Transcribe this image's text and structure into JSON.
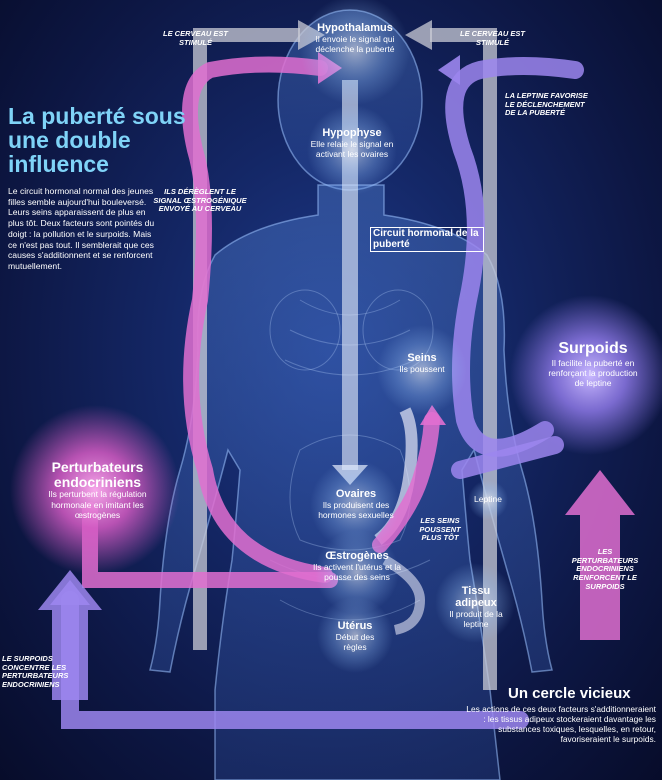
{
  "title": "La puberté sous une double influence",
  "intro": "Le circuit hormonal normal des jeunes filles semble aujourd'hui bouleversé. Leurs seins apparaissent de plus en plus tôt. Deux facteurs sont pointés du doigt : la pollution et le surpoids. Mais ce n'est pas tout. Il semblerait que ces causes s'additionnent et se renforcent mutuellement.",
  "nodes": {
    "hypothalamus": {
      "name": "Hypothalamus",
      "desc": "Il envoie le signal qui déclenche la puberté"
    },
    "hypophyse": {
      "name": "Hypophyse",
      "desc": "Elle relaie le signal en activant les ovaires"
    },
    "circuit": {
      "name": "Circuit hormonal de la puberté"
    },
    "seins": {
      "name": "Seins",
      "desc": "Ils poussent"
    },
    "ovaires": {
      "name": "Ovaires",
      "desc": "Ils produisent des hormones sexuelles"
    },
    "oestrogenes": {
      "name": "Œstrogènes",
      "desc": "Ils activent l'utérus et la pousse des seins"
    },
    "uterus": {
      "name": "Utérus",
      "desc": "Début des règles"
    },
    "tissu": {
      "name": "Tissu adipeux",
      "desc": "Il produit de la leptine"
    },
    "leptine": {
      "name": "Leptine"
    },
    "surpoids": {
      "name": "Surpoids",
      "desc": "Il facilite la puberté en renforçant la production de leptine"
    },
    "perturbateurs": {
      "name": "Perturbateurs endocriniens",
      "desc": "Ils perturbent la régulation hormonale en imitant les œstrogènes"
    }
  },
  "arrow_labels": {
    "cerveau_left": "Le cerveau est stimulé",
    "cerveau_right": "Le cerveau est stimulé",
    "leptine_favorise": "La leptine favorise le déclenchement de la puberté",
    "dereglent": "Ils dérèglent le signal œstrogénique envoyé au cerveau",
    "seins_tot": "Les seins poussent plus tôt",
    "renforcent": "Les perturbateurs endocriniens renforcent le surpoids",
    "concentre": "Le surpoids concentre les perturbateurs endocriniens"
  },
  "cercle": {
    "title": "Un cercle vicieux",
    "text": "Les actions de ces deux facteurs s'additionneraient : les tissus adipeux stockeraient davantage les substances toxiques, lesquelles, en retour, favoriseraient le surpoids."
  },
  "colors": {
    "background": "#0d1744",
    "pink": "#e56fd0",
    "violet": "#9b86ee",
    "title": "#7fd3f7"
  }
}
